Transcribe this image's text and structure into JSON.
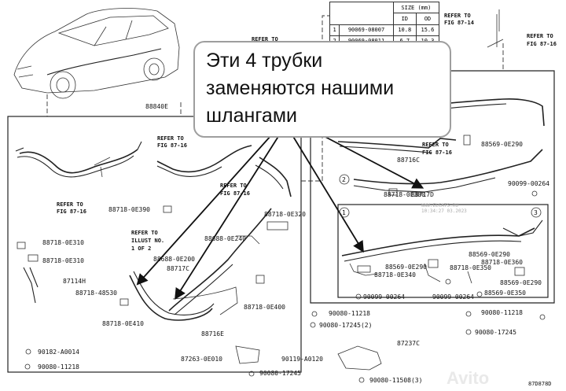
{
  "callout": {
    "line1": "Эти 4 трубки",
    "line2": "заменяются нашими",
    "line3": "шлангами"
  },
  "size_table": {
    "header": "SIZE (mm)",
    "col_id": "ID",
    "col_od": "OD",
    "rows": [
      {
        "num": "1",
        "part": "90069-08007",
        "id": "10.8",
        "od": "15.6"
      },
      {
        "num": "2",
        "part": "90069-08011",
        "id": "6.7",
        "od": "10.3"
      }
    ]
  },
  "labels": {
    "p88840E": "88840E",
    "p88716C": "88716C",
    "p88717D": "88717D",
    "p88717C": "88717C",
    "p88716E": "88716E",
    "p87237C": "87237C",
    "p87114H": "87114H",
    "p88569_0E290_a": "88569-0E290",
    "p88569_0E290_b": "88569-0E290",
    "p88569_0E290_c": "88569-0E290",
    "p88569_0E290_d": "88569-0E290",
    "p88718_0E380": "88718-0E380",
    "p90099_00264_a": "90099-00264",
    "p90099_00264_b": "90099-00264",
    "p90099_00264_c": "90099-00264",
    "p88718_0E390": "88718-0E390",
    "p88718_0E320": "88718-0E320",
    "p88718_0E310": "88718-0E310",
    "p88718_0E410": "88718-0E410",
    "p88718_48530": "88718-48530",
    "p88688_0E240": "88688-0E240",
    "p88688_0E200": "88688-0E200",
    "p88718_0E400": "88718-0E400",
    "p88718_0E340": "88718-0E340",
    "p88718_0E350": "88718-0E350",
    "p88718_0E360": "88718-0E360",
    "p88569_0E350": "88569-0E350",
    "p90080_11218_a": "90080-11218",
    "p90080_11218_b": "90080-11218",
    "p90080_11218_c": "90080-11218",
    "p90080_17245_2": "90080-17245(2)",
    "p90080_17245_a": "90080-17245",
    "p90080_17245_b": "90080-17245",
    "p90182_A0014": "90182-A0014",
    "p87263_0E010": "87263-0E010",
    "p90119_A0120": "90119-A0120",
    "p90080_11508": "90080-11508(3)",
    "p88718_0E310b": "88718-0E310"
  },
  "refs": {
    "refer_to": "REFER TO",
    "refer_to_dot": "REFER TO",
    "fig_87_14": "FIG 87-14",
    "fig_87_16": "FIG 87-16",
    "illust_no": "ILLUST NO.",
    "of2": "1 OF 2"
  },
  "circled": {
    "one": "1",
    "two": "2",
    "three": "3"
  },
  "stamp": {
    "line1": "WWW.ELCATS.RU",
    "line2": "10:34:27 03.2023"
  },
  "watermark": "Avito",
  "drawing_code": "87D878D"
}
